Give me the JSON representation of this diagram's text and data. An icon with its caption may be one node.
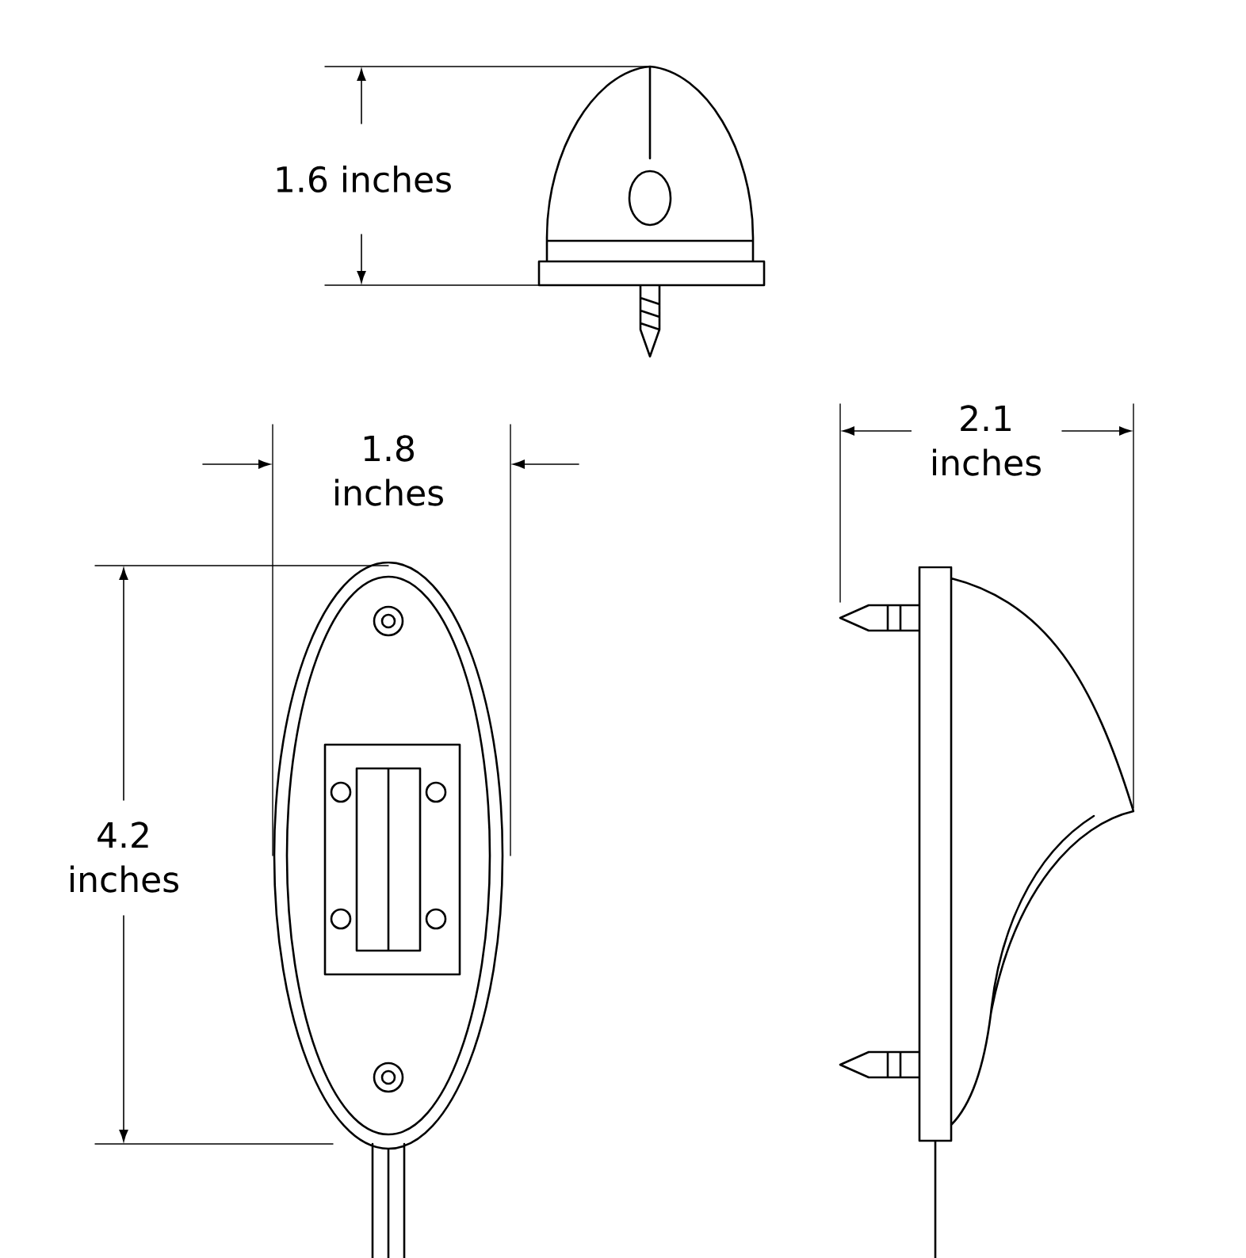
{
  "diagram": {
    "labels": [
      "1.6 inches",
      "1.8 inches",
      "2.1 inches",
      "4.2 inches"
    ]
  }
}
